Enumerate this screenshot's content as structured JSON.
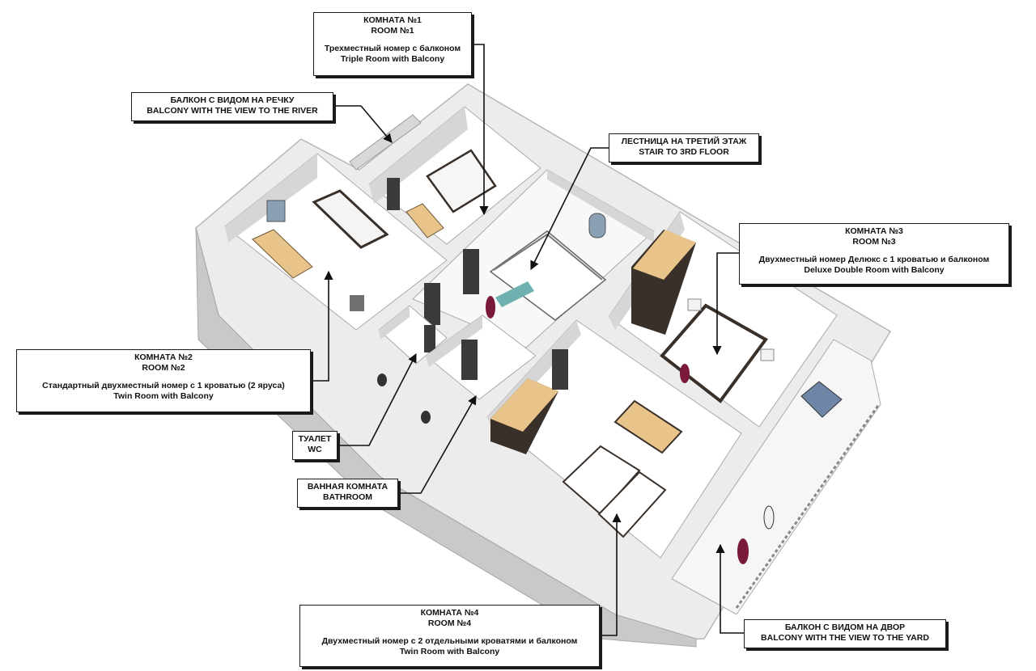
{
  "labels": {
    "room1": {
      "title_ru": "КОМНАТА №1",
      "title_en": "ROOM №1",
      "desc_ru": "Трехместный номер с балконом",
      "desc_en": "Triple Room with Balcony"
    },
    "balcony_river": {
      "line_ru": "БАЛКОН С ВИДОМ НА РЕЧКУ",
      "line_en": "BALCONY WITH THE VIEW TO THE RIVER"
    },
    "stair": {
      "line_ru": "ЛЕСТНИЦА НА ТРЕТИЙ ЭТАЖ",
      "line_en": "STAIR TO 3RD FLOOR"
    },
    "room3": {
      "title_ru": "КОМНАТА №3",
      "title_en": "ROOM №3",
      "desc_ru": "Двухместный номер Делюкс с 1 кроватью и балконом",
      "desc_en": "Deluxe Double Room with Balcony"
    },
    "room2": {
      "title_ru": "КОМНАТА №2",
      "title_en": "ROOM №2",
      "desc_ru": "Стандартный двухместный номер с 1 кроватью (2 яруса)",
      "desc_en": "Twin Room with Balcony"
    },
    "wc": {
      "line_ru": "ТУАЛЕТ",
      "line_en": "WC"
    },
    "bathroom": {
      "line_ru": "ВАННАЯ КОМНАТА",
      "line_en": "BATHROOM"
    },
    "room4": {
      "title_ru": "КОМНАТА №4",
      "title_en": "ROOM №4",
      "desc_ru": "Двухместный номер с 2 отдельными кроватями и балконом",
      "desc_en": "Twin Room with Balcony"
    },
    "balcony_yard": {
      "line_ru": "БАЛКОН С ВИДОМ НА ДВОР",
      "line_en": "BALCONY WITH THE VIEW TO THE YARD"
    }
  },
  "colors": {
    "wall_top": "#f4f4f4",
    "wall_side": "#d2d2d2",
    "wall_outer": "#bdbdbd",
    "floor": "#ffffff",
    "furniture_wood": "#e8c48a",
    "furniture_dark": "#3a302a",
    "figure": "#7a1a3a",
    "accent_chair": "#6f86a8",
    "label_border": "#1a1a1a"
  }
}
